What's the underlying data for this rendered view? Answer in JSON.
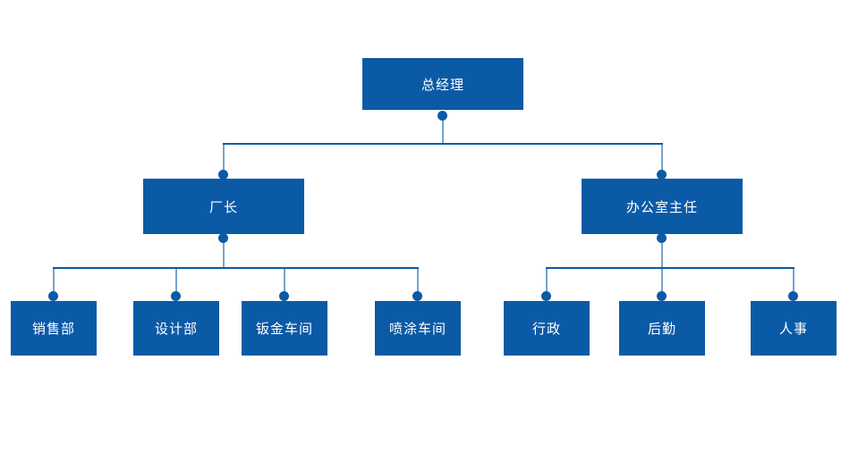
{
  "diagram": {
    "type": "org-chart",
    "root": {
      "label": "总经理",
      "children": [
        {
          "label": "厂长",
          "children": [
            {
              "label": "销售部"
            },
            {
              "label": "设计部"
            },
            {
              "label": "钣金车间"
            },
            {
              "label": "喷涂车间"
            }
          ]
        },
        {
          "label": "办公室主任",
          "children": [
            {
              "label": "行政"
            },
            {
              "label": "后勤"
            },
            {
              "label": "人事"
            }
          ]
        }
      ]
    },
    "colors": {
      "node-fill": "#0b5aa6",
      "node-text": "#ffffff",
      "line-v": "#74a4ce",
      "line-h": "#0d5aa4",
      "bg": "#ffffff"
    }
  }
}
